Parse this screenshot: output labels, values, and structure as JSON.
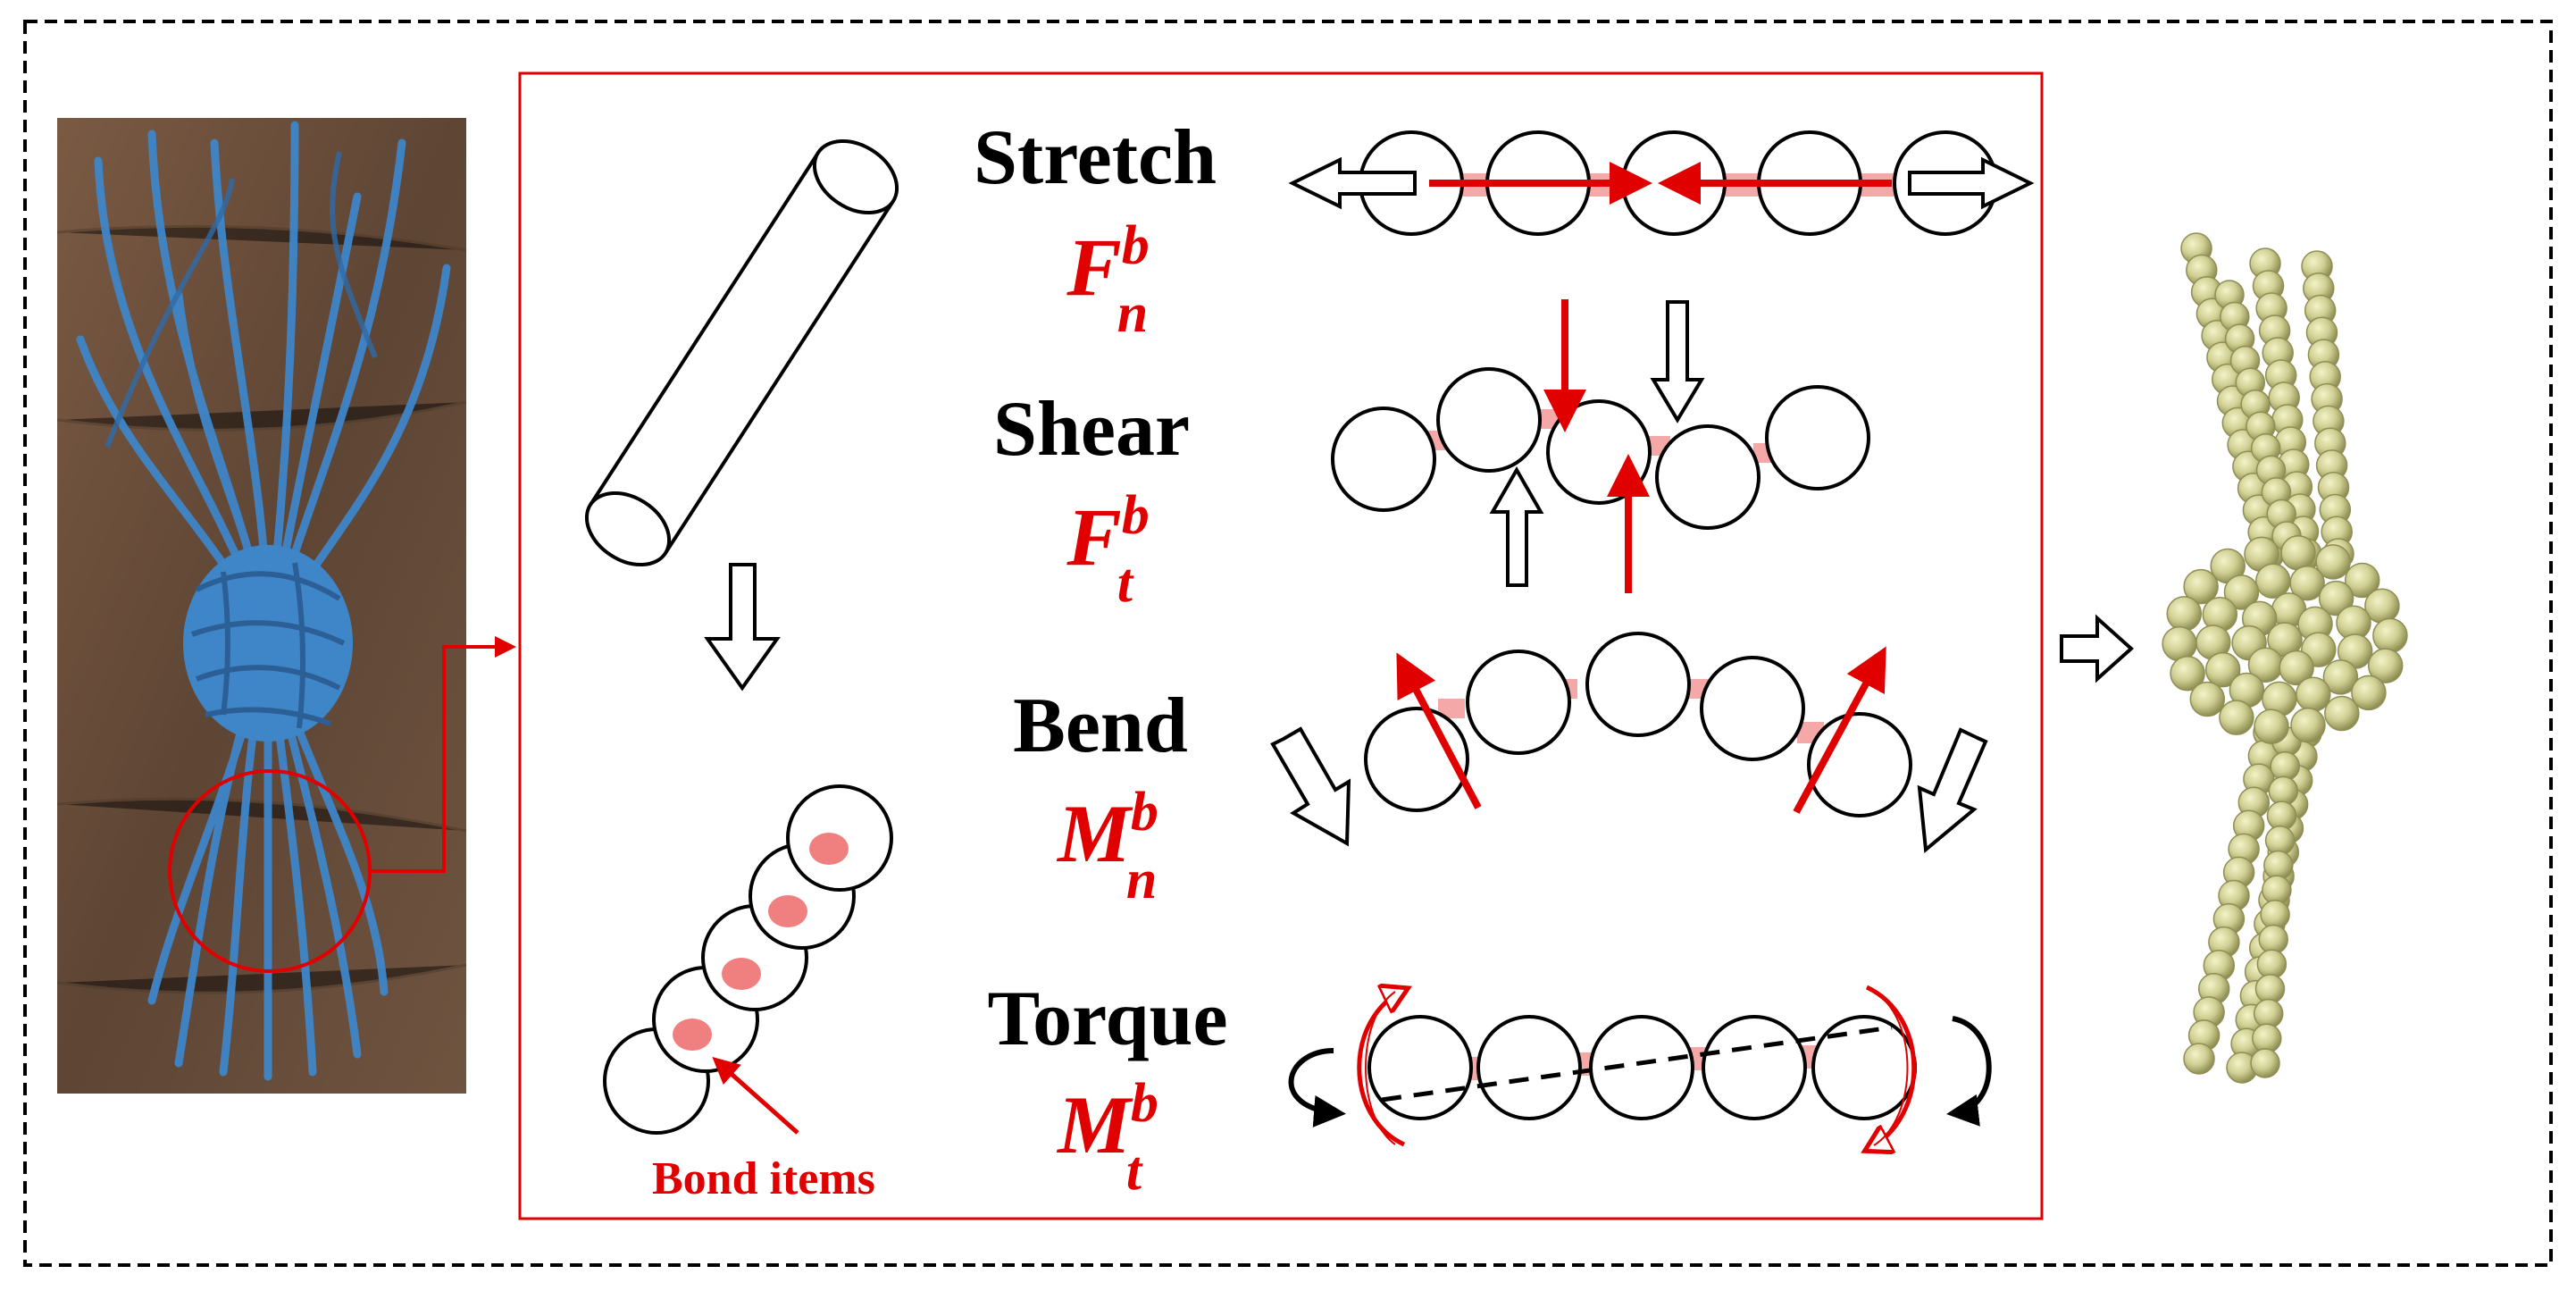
{
  "modes": [
    {
      "name": "Stretch",
      "symbol": "F",
      "superscript": "b",
      "subscript": "n"
    },
    {
      "name": "Shear",
      "symbol": "F",
      "superscript": "b",
      "subscript": "t"
    },
    {
      "name": "Bend",
      "symbol": "M",
      "superscript": "b",
      "subscript": "n"
    },
    {
      "name": "Torque",
      "symbol": "M",
      "superscript": "b",
      "subscript": "t"
    }
  ],
  "bond_label": "Bond items",
  "colors": {
    "highlight": "#e00000",
    "bond": "#f4a8a8",
    "rope": "#3f86c9",
    "wood": "#6b4f3a",
    "particle": "#c9c98a",
    "particle_outline": "#8f8f55"
  }
}
